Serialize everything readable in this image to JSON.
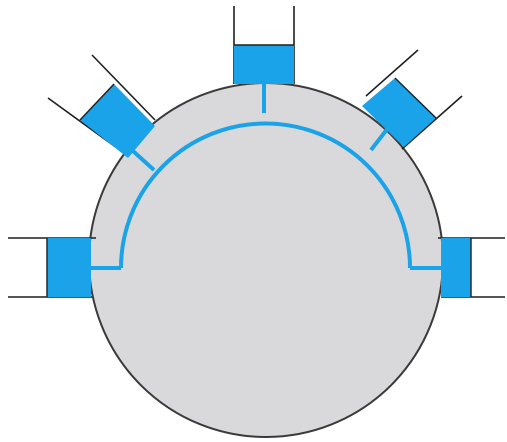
{
  "diagram": {
    "ports": 5,
    "colors": {
      "background": "#ffffff",
      "disc_fill": "#d9d9db",
      "disc_stroke": "#3a3a3a",
      "accent_blue": "#1aa3e8",
      "line": "#1f1f1f"
    },
    "components": [
      "circular-disc",
      "inner-blue-arc-channel",
      "five-radial-blue-ports",
      "port-guide-lines"
    ]
  }
}
